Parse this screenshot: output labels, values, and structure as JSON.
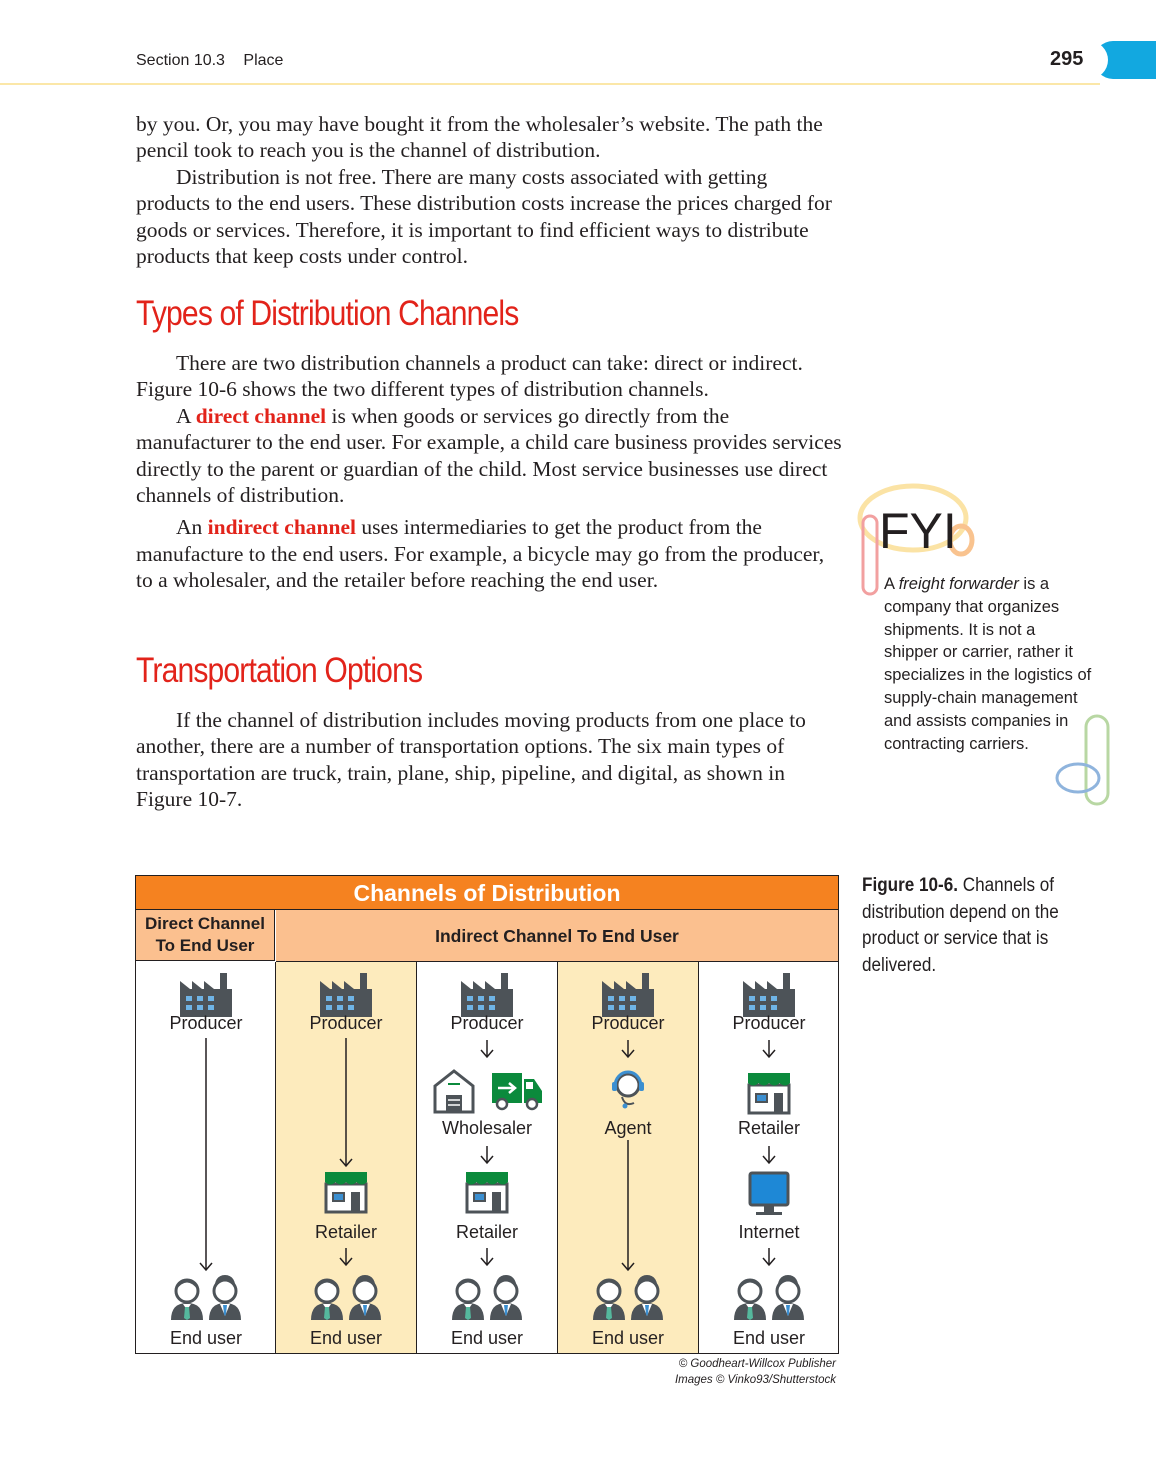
{
  "header": {
    "section": "Section 10.3",
    "section_title": "Place",
    "page_number": "295",
    "tab_color": "#12a8e0"
  },
  "body": {
    "para1": "by you. Or, you may have bought it from the wholesaler’s website. The path the pencil took to reach you is the channel of distribution.",
    "para2": "Distribution is not free. There are many costs associated with getting products to the end users. These distribution costs increase the prices charged for goods or services. Therefore, it is important to find efficient ways to distribute products that keep costs under control.",
    "heading1": "Types of Distribution Channels",
    "para3": "There are two distribution channels a product can take: direct or indirect. Figure 10-6 shows the two different types of distribution channels.",
    "para4_pre": "A ",
    "para4_term": "direct channel",
    "para4_post": " is when goods or services go directly from the manufacturer to the end user. For example, a child care business provides services directly to the parent or guardian of the child. Most service businesses use direct channels of distribution.",
    "para5_pre": "An ",
    "para5_term": "indirect channel",
    "para5_post": " uses intermediaries to get the product from the manufacture to the end users. For example, a bicycle may go from the producer, to a wholesaler, and the retailer before reaching the end user.",
    "heading2": "Transportation Options",
    "para6": "If the channel of distribution includes moving products from one place to another, there are a number of transportation options. The six main types of transportation are truck, train, plane, ship, pipeline, and digital, as shown in Figure 10-7."
  },
  "fyi": {
    "label": "FYI",
    "text_pre": "A ",
    "text_term": "freight forwarder",
    "text_post": " is a company that organizes shipments. It is not a shipper or carrier, rather it specializes in the logistics of supply-chain management and assists companies in contracting carriers."
  },
  "figure": {
    "caption_label": "Figure 10-6.",
    "caption_text": " Channels of distribution depend on the product or service that is delivered.",
    "title": "Channels of Distribution",
    "direct_header": "Direct Channel To End User",
    "indirect_header": "Indirect Channel To End User",
    "labels": {
      "producer": "Producer",
      "wholesaler": "Wholesaler",
      "agent": "Agent",
      "retailer": "Retailer",
      "internet": "Internet",
      "end_user": "End user"
    },
    "credit_line1": "© Goodheart-Willcox Publisher",
    "credit_line2": "Images © Vinko93/Shutterstock",
    "colors": {
      "title_bar": "#f58220",
      "header_bar": "#fbc08f",
      "highlight_column": "#fdebbd",
      "factory": "#4d5358",
      "store_awning": "#0b8a3c"
    }
  }
}
